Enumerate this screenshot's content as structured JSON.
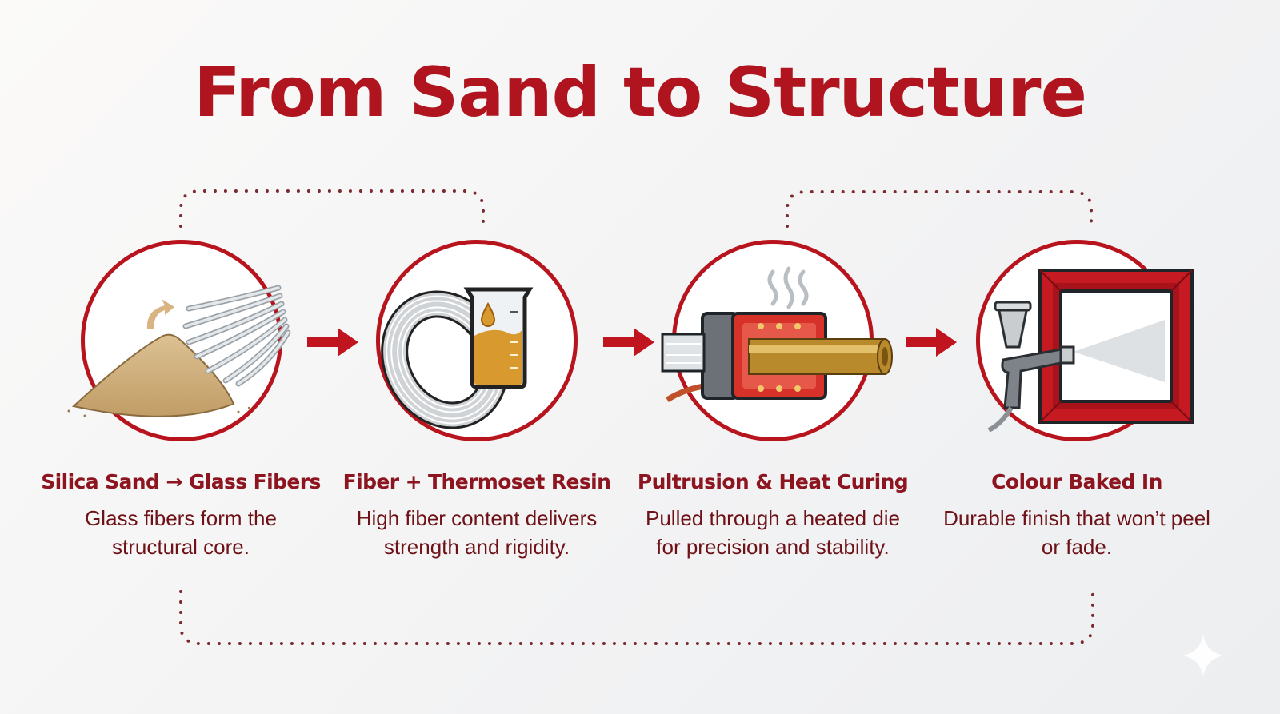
{
  "header": {
    "title": "From Sand to Structure"
  },
  "steps": [
    {
      "title": "Silica Sand → Glass Fibers",
      "description": "Glass fibers form the structural core.",
      "icon": "sand-to-fibers-icon"
    },
    {
      "title": "Fiber + Thermoset Resin",
      "description": "High fiber content delivers strength and rigidity.",
      "icon": "fiber-resin-beaker-icon"
    },
    {
      "title": "Pultrusion & Heat Curing",
      "description": "Pulled through a heated die for precision and stability.",
      "icon": "heated-die-icon"
    },
    {
      "title": "Colour Baked In",
      "description": "Durable finish that won’t peel or fade.",
      "icon": "spray-gun-frame-icon"
    }
  ],
  "colors": {
    "accent": "#b0141e",
    "text_dark": "#8c1520",
    "body_text": "#6e1218",
    "dots": "#7a2a2e"
  },
  "watermark": {
    "icon": "sparkle-icon"
  }
}
